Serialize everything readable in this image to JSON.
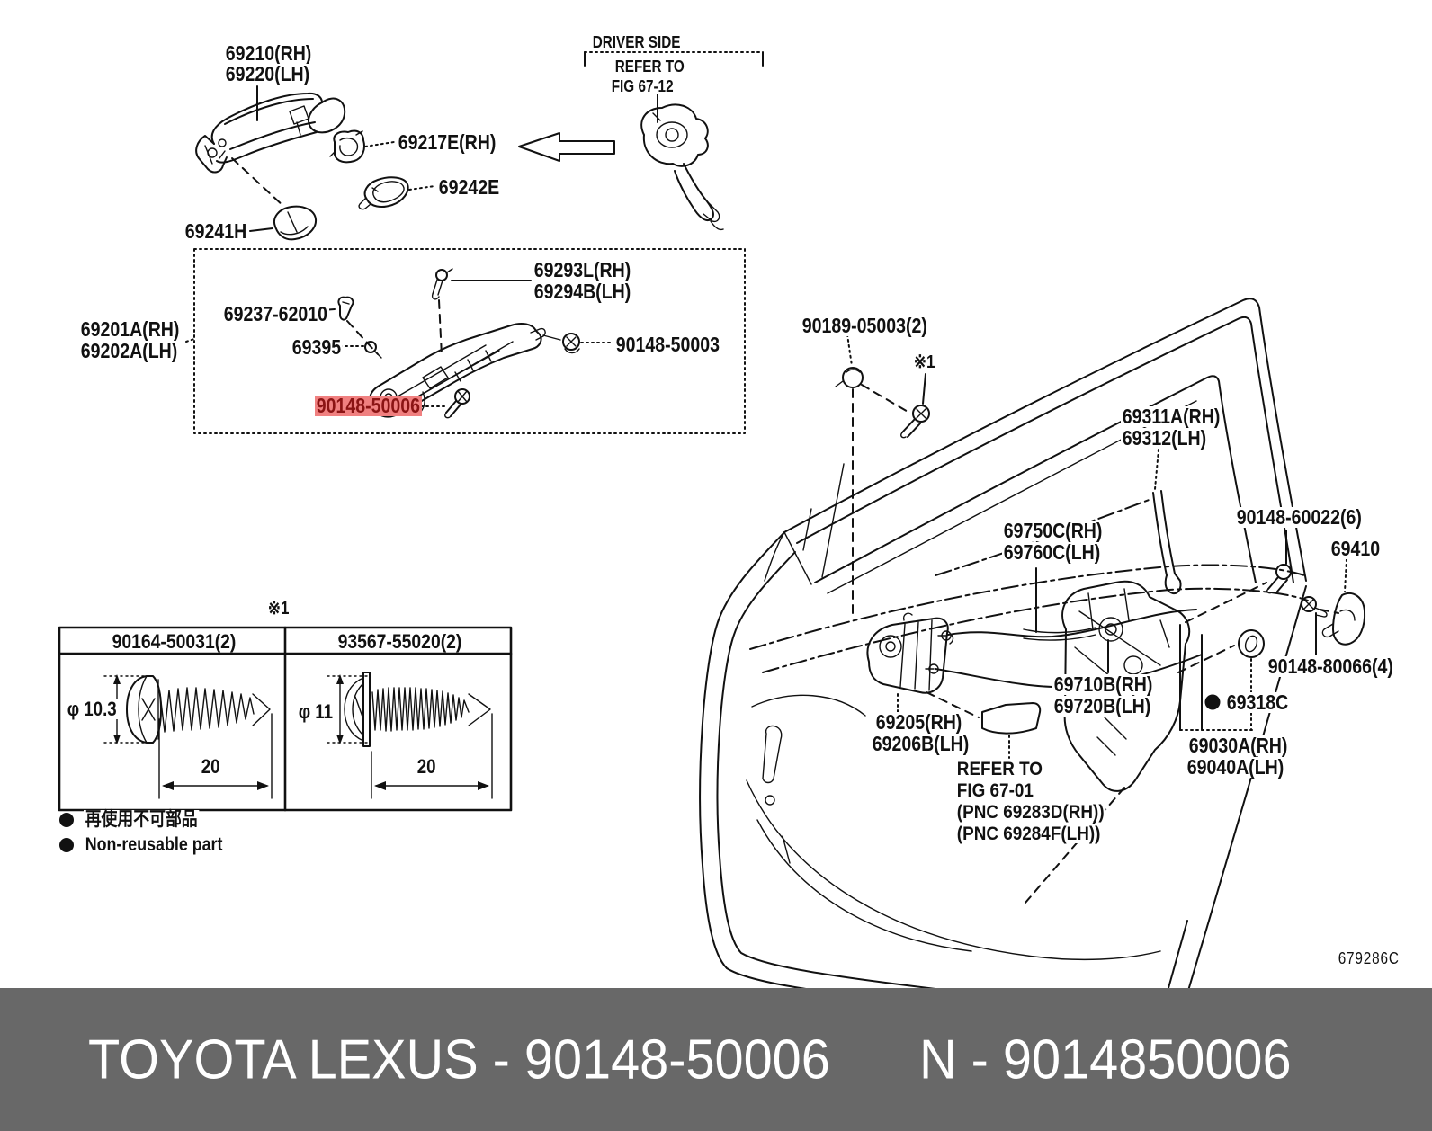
{
  "footer": {
    "left_text": "TOYOTA LEXUS - 90148-50006",
    "right_text": "N - 9014850006"
  },
  "diagram_code": "679286C",
  "colors": {
    "banner_bg": "#686868",
    "banner_text": "#ffffff",
    "highlight_bg": "#f08080",
    "highlight_text": "#8b1414",
    "line": "#111111"
  },
  "driver_side_note": {
    "title": "DRIVER SIDE",
    "line1": "REFER TO",
    "line2": "FIG 67-12"
  },
  "refer_note": {
    "line1": "REFER TO",
    "line2": "FIG 67-01",
    "line3": "(PNC 69283D(RH))",
    "line4": "(PNC 69284F(LH))"
  },
  "part_labels": {
    "handle_rh": "69210(RH)",
    "handle_lh": "69220(LH)",
    "escutcheon": "69217E(RH)",
    "cover": "69242E",
    "cap": "69241H",
    "frame_assy_rh": "69201A(RH)",
    "frame_assy_lh": "69202A(LH)",
    "link_rh": "69293L(RH)",
    "link_lh": "69294B(LH)",
    "snap": "69237-62010",
    "bush": "69395",
    "screw_50003": "90148-50003",
    "screw_50006": "90148-50006",
    "grommet": "90189-05003(2)",
    "mark1": "※1",
    "channel_rh": "69311A(RH)",
    "channel_lh": "69312(LH)",
    "screw_60022": "90148-60022(6)",
    "clip": "69410",
    "cable_front_rh": "69750C(RH)",
    "cable_front_lh": "69760C(LH)",
    "cable_lock_rh": "69710B(RH)",
    "cable_lock_lh": "69720B(LH)",
    "front_frame_rh": "69205(RH)",
    "front_frame_lh": "69206B(LH)",
    "screw_80066": "90148-80066(4)",
    "gasket": "69318C",
    "lock_rh": "69030A(RH)",
    "lock_lh": "69040A(LH)"
  },
  "fastener_table": {
    "mark": "※1",
    "columns": [
      {
        "part_no": "90164-50031(2)",
        "diameter": "φ 10.3",
        "length": "20"
      },
      {
        "part_no": "93567-55020(2)",
        "diameter": "φ 11",
        "length": "20"
      }
    ]
  },
  "legend": {
    "jp": "再使用不可部品",
    "en": "Non-reusable part"
  }
}
